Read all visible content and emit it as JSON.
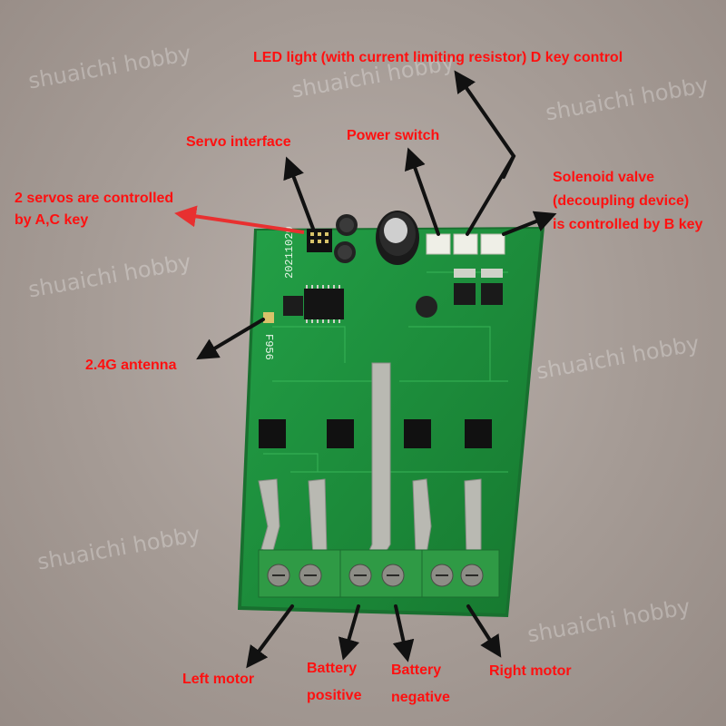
{
  "watermark": "shuaichi hobby",
  "colors": {
    "label": "#ff1010",
    "pcb": "#1f8f3c",
    "arrow": "#111111",
    "red_arrow": "#e83030"
  },
  "labels": {
    "led": "LED light (with current limiting resistor) D key control",
    "servo_interface": "Servo interface",
    "power_switch": "Power switch",
    "servos_line1": "2 servos are controlled",
    "servos_line2": "by A,C key",
    "solenoid_line1": "Solenoid valve",
    "solenoid_line2": "(decoupling device)",
    "solenoid_line3": "is controlled by B key",
    "antenna": "2.4G antenna",
    "left_motor": "Left motor",
    "battery_pos_1": "Battery",
    "battery_pos_2": "positive",
    "battery_neg_1": "Battery",
    "battery_neg_2": "negative",
    "right_motor": "Right motor"
  },
  "board": {
    "date_code": "20211020",
    "code": "F956"
  }
}
